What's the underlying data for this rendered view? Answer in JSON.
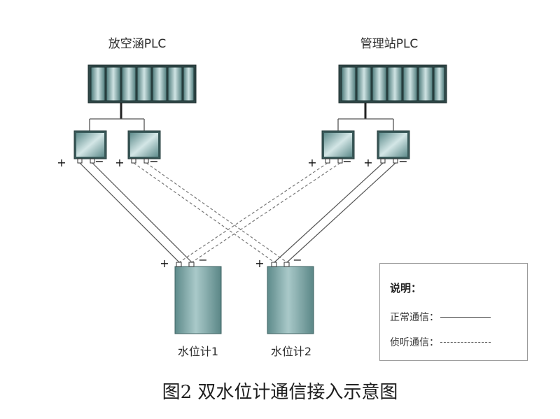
{
  "plcs": [
    {
      "id": "left",
      "label": "放空涵PLC"
    },
    {
      "id": "right",
      "label": "管理站PLC"
    }
  ],
  "terminal_signs": {
    "plus": "+",
    "minus": "−"
  },
  "meters": [
    {
      "id": "m1",
      "label": "水位计1"
    },
    {
      "id": "m2",
      "label": "水位计2"
    }
  ],
  "legend": {
    "title": "说明：",
    "normal": "正常通信：",
    "listen": "侦听通信："
  },
  "caption": "图2   双水位计通信接入示意图",
  "colors": {
    "module": "#7fa8a8",
    "module_center": "#c6dede",
    "meter_top": "#b7d2d2",
    "meter_body": "#6f9c9c",
    "line": "#555555",
    "dashed": "#777777"
  }
}
